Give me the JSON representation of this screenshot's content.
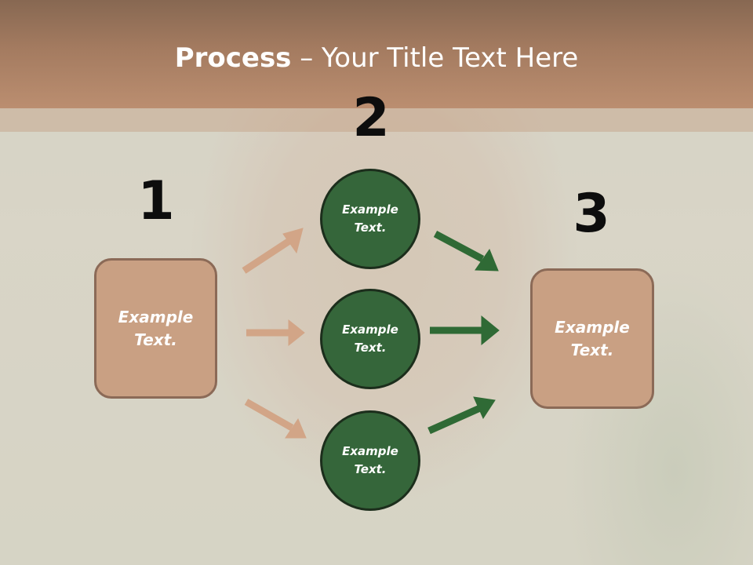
{
  "title": {
    "bold": "Process",
    "rest": " – Your Title Text Here"
  },
  "steps": {
    "one": "1",
    "two": "2",
    "three": "3"
  },
  "left_box": {
    "text": "Example Text."
  },
  "right_box": {
    "text": "Example Text."
  },
  "circles": [
    {
      "text": "Example Text."
    },
    {
      "text": "Example Text."
    },
    {
      "text": "Example Text."
    }
  ],
  "colors": {
    "accent_brown": "#c9a083",
    "accent_green": "#35663a",
    "title_bar": "#a47b60"
  }
}
